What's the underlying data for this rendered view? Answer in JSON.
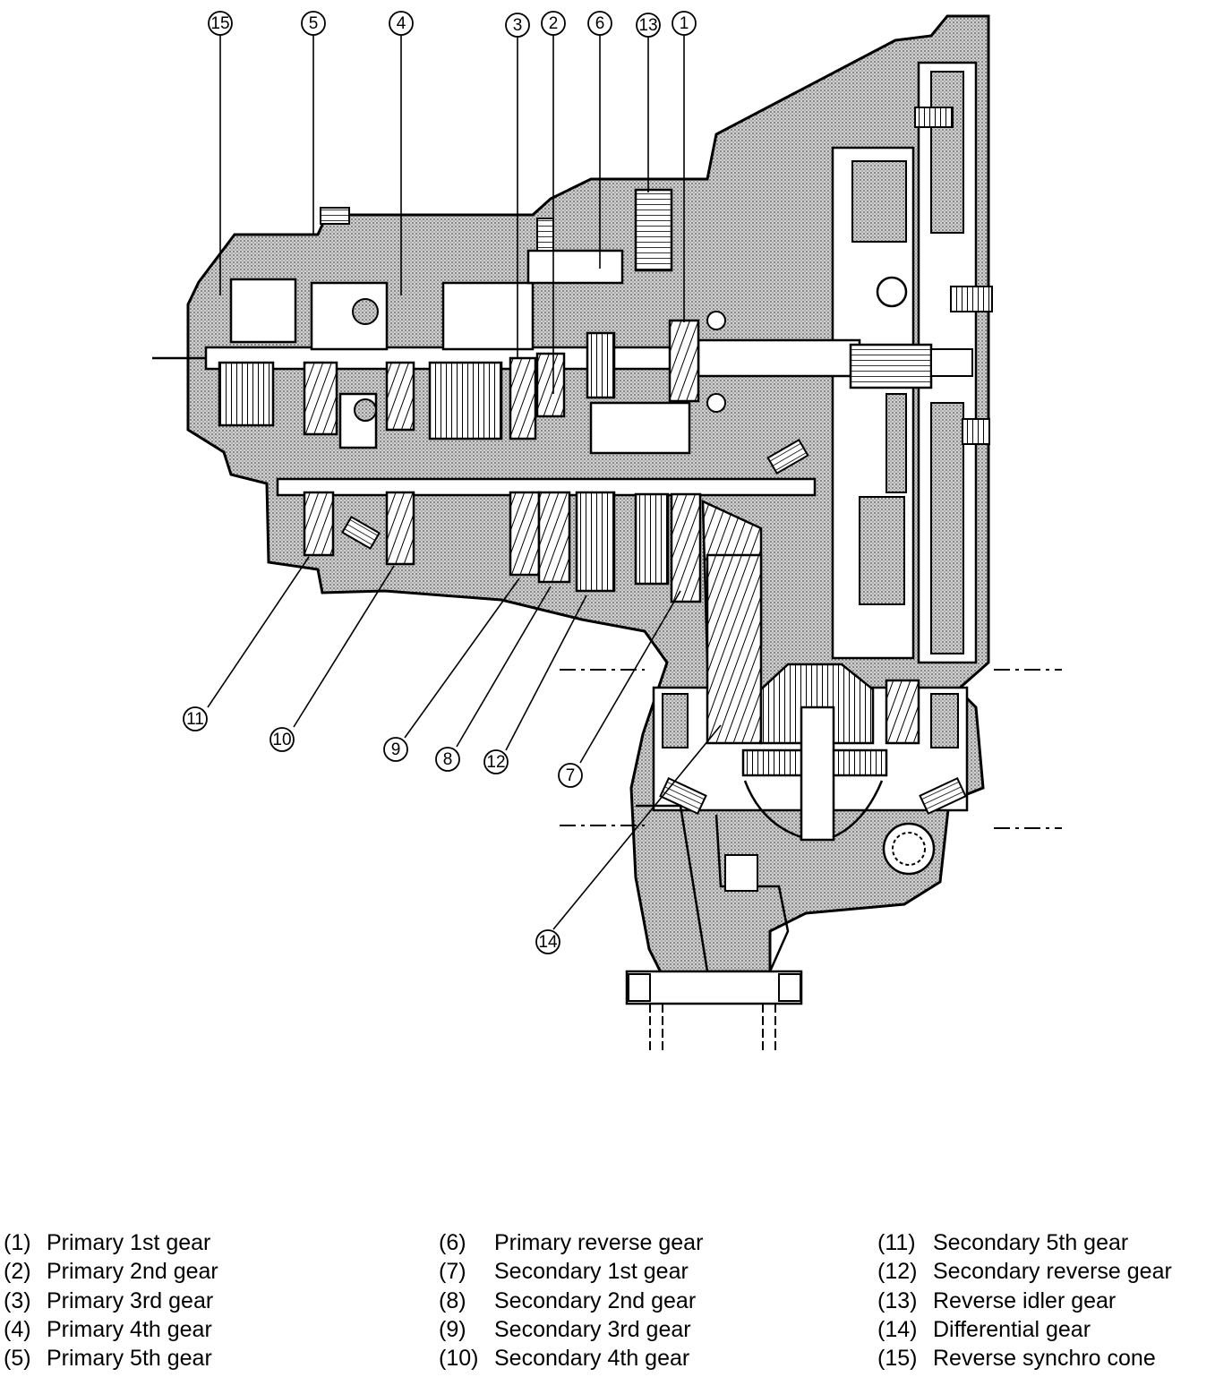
{
  "callouts": [
    "15",
    "5",
    "4",
    "3",
    "2",
    "6",
    "13",
    "1",
    "11",
    "10",
    "9",
    "8",
    "12",
    "7",
    "14"
  ],
  "legend": [
    {
      "num": "(1)",
      "label": "Primary 1st gear"
    },
    {
      "num": "(2)",
      "label": "Primary 2nd gear"
    },
    {
      "num": "(3)",
      "label": "Primary 3rd gear"
    },
    {
      "num": "(4)",
      "label": "Primary 4th gear"
    },
    {
      "num": "(5)",
      "label": "Primary 5th gear"
    },
    {
      "num": "(6)",
      "label": "Primary reverse gear"
    },
    {
      "num": "(7)",
      "label": "Secondary 1st gear"
    },
    {
      "num": "(8)",
      "label": "Secondary 2nd gear"
    },
    {
      "num": "(9)",
      "label": "Secondary 3rd gear"
    },
    {
      "num": "(10)",
      "label": "Secondary 4th gear"
    },
    {
      "num": "(11)",
      "label": "Secondary 5th gear"
    },
    {
      "num": "(12)",
      "label": "Secondary reverse gear"
    },
    {
      "num": "(13)",
      "label": "Reverse idler gear"
    },
    {
      "num": "(14)",
      "label": "Differential gear"
    },
    {
      "num": "(15)",
      "label": "Reverse synchro cone"
    }
  ]
}
